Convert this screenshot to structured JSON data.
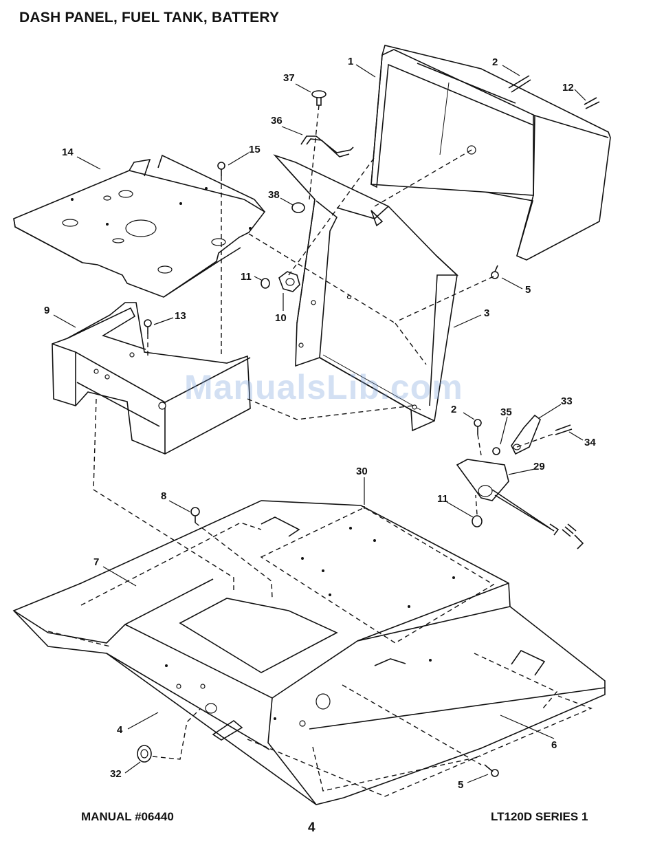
{
  "title": "DASH PANEL, FUEL TANK, BATTERY",
  "footer": {
    "manual": "MANUAL #06440",
    "page": "4",
    "model": "LT120D SERIES 1"
  },
  "watermark": "ManualsLib.com",
  "callouts": {
    "c1": "1",
    "c2a": "2",
    "c12": "12",
    "c37": "37",
    "c36": "36",
    "c15": "15",
    "c14": "14",
    "c38": "38",
    "c11a": "11",
    "c10": "10",
    "c5a": "5",
    "c3": "3",
    "c9": "9",
    "c13": "13",
    "c33": "33",
    "c2b": "2",
    "c35": "35",
    "c34": "34",
    "c29": "29",
    "c11b": "11",
    "c30": "30",
    "c8": "8",
    "c7": "7",
    "c4": "4",
    "c6": "6",
    "c32": "32",
    "c5b": "5"
  }
}
